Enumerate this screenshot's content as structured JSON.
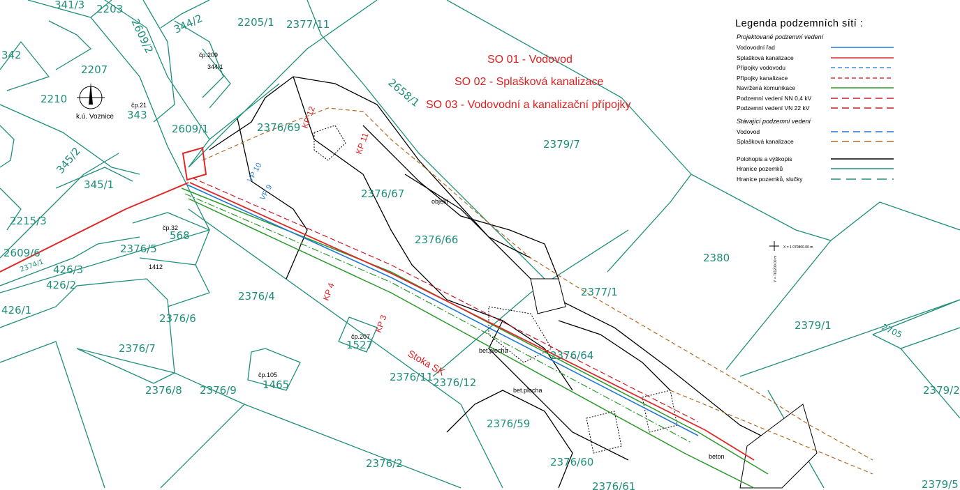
{
  "titles": [
    "SO 01 - Vodovod",
    "SO 02 - Splašková kanalizace",
    "SO 03 - Vodovodní a kanalizační přípojky"
  ],
  "legend": {
    "heading": "Legenda podzemních sítí :",
    "projected_heading": "Projektované podzemní vedení",
    "projected": [
      {
        "label": "Vodovodní řad",
        "color": "#1e78d8",
        "style": "solid"
      },
      {
        "label": "Splašková kanalizace",
        "color": "#e02828",
        "style": "solid"
      },
      {
        "label": "Přípojky vodovodu",
        "color": "#3a8fe0",
        "style": "dashed"
      },
      {
        "label": "Přípojky kanalizace",
        "color": "#d83040",
        "style": "dashed"
      },
      {
        "label": "Navržená komunikace",
        "color": "#2a9a2a",
        "style": "solid"
      },
      {
        "label": "Podzemní vedení NN 0,4 kV",
        "color": "#c81e28",
        "style": "dash-arrow"
      },
      {
        "label": "Podzemní vedení VN 22 kV",
        "color": "#c81e28",
        "style": "dash-arrow"
      }
    ],
    "existing_heading": "Stávající podzemní vedení",
    "existing": [
      {
        "label": "Vodovod",
        "color": "#1e78d8",
        "style": "dash-arrow"
      },
      {
        "label": "Splašková kanalizace",
        "color": "#b06a20",
        "style": "dash-arrow"
      }
    ],
    "other": [
      {
        "label": "Polohopis a výškopis",
        "color": "#000000",
        "style": "solid"
      },
      {
        "label": "Hranice pozemků",
        "color": "#1f8f7a",
        "style": "solid"
      },
      {
        "label": "Hranice pozemků, slučky",
        "color": "#1f8f7a",
        "style": "long-dash"
      }
    ]
  },
  "parcels": [
    "341/3",
    "2203",
    "2609/2",
    "344/2",
    "2205/1",
    "2377/11",
    "342",
    "2207",
    "2210",
    "343",
    "2609/1",
    "2376/69",
    "345/2",
    "345/1",
    "2215/3",
    "2609/6",
    "2374/1",
    "426/3",
    "426/2",
    "2376/5",
    "568",
    "426/1",
    "2376/4",
    "2376/6",
    "2376/7",
    "2376/8",
    "2376/9",
    "1465",
    "1527",
    "2376/11",
    "2376/12",
    "2376/2",
    "2376/59",
    "2376/60",
    "2376/61",
    "2376/64",
    "2376/66",
    "2376/67",
    "2377/1",
    "2380",
    "2379/1",
    "2379/7",
    "2658/1",
    "2705",
    "2379/2",
    "2379/5"
  ],
  "annotations": [
    "čp.209",
    "344/1",
    "čp.21",
    "čp.32",
    "čp.207",
    "čp.105",
    "1412",
    "k.ú. Voznice",
    "objekt",
    "bet.plocha",
    "bet.plocha",
    "beton",
    "X = 1 070800.00 m",
    "Y = 761200.00 m"
  ],
  "red_labels": [
    "KP 12",
    "KP 11",
    "KP 3",
    "KP 4",
    "Stoka SK"
  ],
  "blue_labels": [
    "VP 10",
    "VP 9"
  ],
  "colors": {
    "parcel": "#1f8f7a",
    "water": "#1e78d8",
    "sewer": "#e02828",
    "road": "#2a9a2a",
    "existing_sewer": "#b06a20"
  }
}
